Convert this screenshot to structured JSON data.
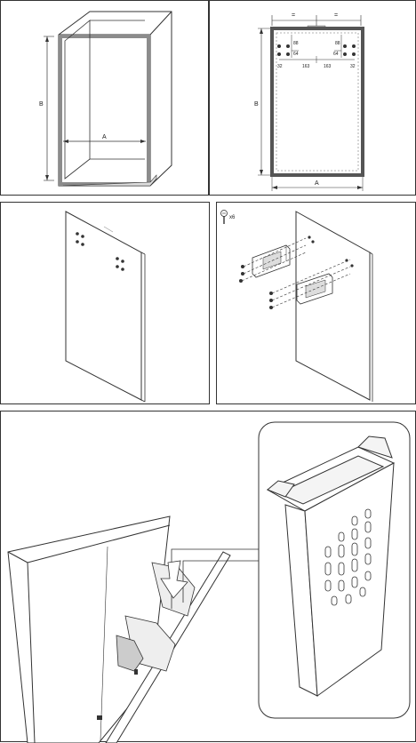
{
  "panel1": {
    "label_a": "A",
    "label_b": "B"
  },
  "panel2": {
    "eq_left": "=",
    "eq_right": "=",
    "dim_88_left": "88",
    "dim_88_right": "88",
    "dim_64_left": "64",
    "dim_64_right": "64",
    "dim_32_left": "32",
    "dim_163_left": "163",
    "dim_163_right": "163",
    "dim_32_right": "32",
    "label_a": "A",
    "label_b": "B"
  },
  "panel4": {
    "screw_count": "x6"
  },
  "colors": {
    "line": "#333333",
    "cabinet_gray": "#9a9a9a",
    "inset_border": "#333333"
  }
}
